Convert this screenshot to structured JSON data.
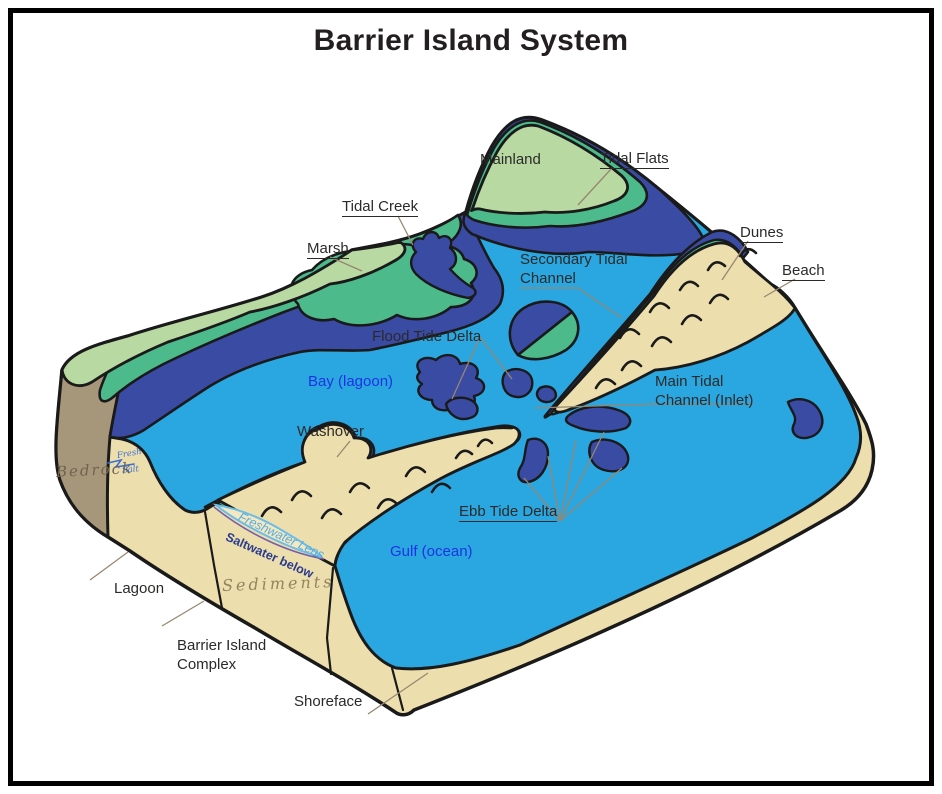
{
  "title": "Barrier Island System",
  "colors": {
    "water": "#2AA7E0",
    "deep_channel": "#3A4BA4",
    "mainland_green": "#B9D9A3",
    "marsh_green": "#4CBA8B",
    "sand": "#ECDFAD",
    "bedrock_brown": "#A6977B",
    "outline": "#1A1A1A",
    "label_blue": "#1E32E4",
    "lens_blue": "#59ACDD",
    "saltwater_navy": "#2B3A8E",
    "handwriting_brown": "#77684F",
    "sediments_brown": "#94845F",
    "leader_line": "#97876F"
  },
  "labels": {
    "mainland_top": "Mainland",
    "mainland_left": "Mainland",
    "tidal_flats": "Tidal Flats",
    "tidal_creek": "Tidal Creek",
    "marsh": "Marsh",
    "secondary_tidal_channel_line1": "Secondary Tidal",
    "secondary_tidal_channel_line2": "Channel",
    "dunes": "Dunes",
    "beach": "Beach",
    "flood_tide_delta": "Flood Tide Delta",
    "bay_lagoon": "Bay (lagoon)",
    "main_tidal_channel_line1": "Main Tidal",
    "main_tidal_channel_line2": "Channel (Inlet)",
    "washover": "Washover",
    "ebb_tide_delta": "Ebb Tide Delta",
    "gulf_ocean": "Gulf (ocean)",
    "bedrock": "Bedrock",
    "fresh": "Fresh",
    "salt": "Salt",
    "freshwater_lens": "Freshwater Lens",
    "saltwater_below": "Saltwater below",
    "sediments": "Sediments",
    "lagoon": "Lagoon",
    "barrier_island_complex_line1": "Barrier Island",
    "barrier_island_complex_line2": "Complex",
    "shoreface": "Shoreface"
  }
}
